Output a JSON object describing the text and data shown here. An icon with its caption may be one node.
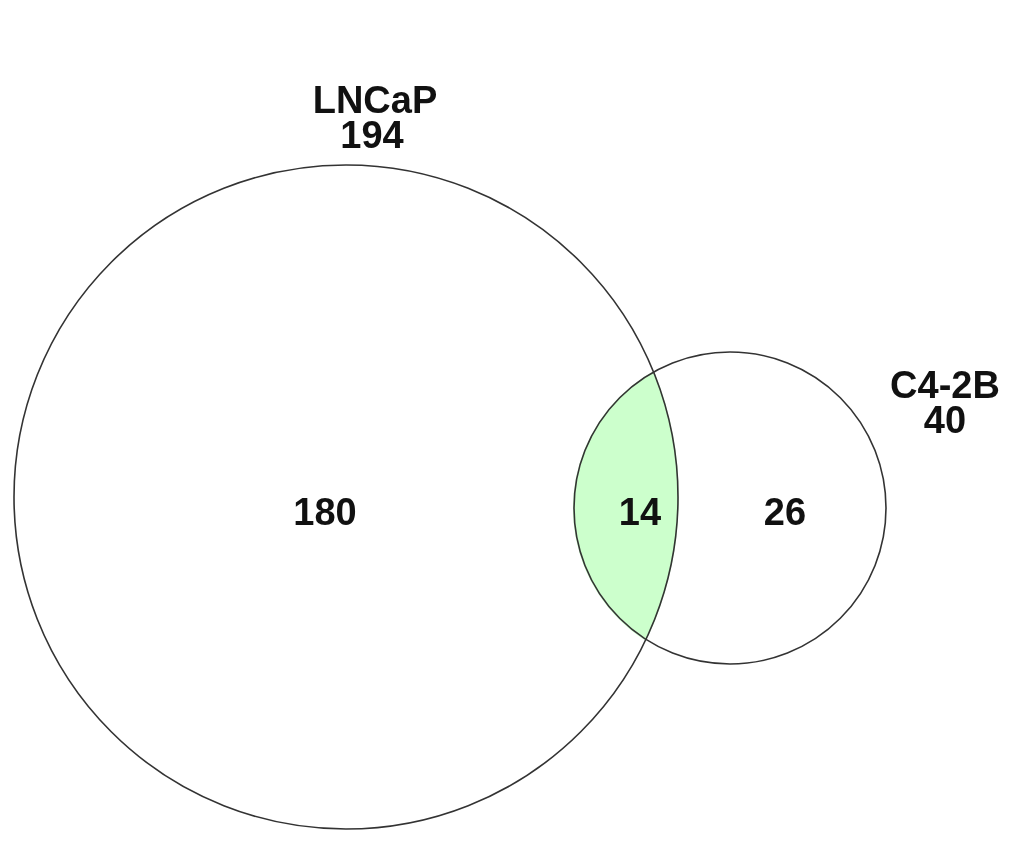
{
  "diagram": {
    "nodes": [
      {
        "text": [
          "LNCaP",
          "194",
          "180"
        ]
      },
      {
        "text": [
          "C4-2B",
          "40",
          "26"
        ]
      },
      {
        "text": [
          "14"
        ]
      }
    ]
  }
}
